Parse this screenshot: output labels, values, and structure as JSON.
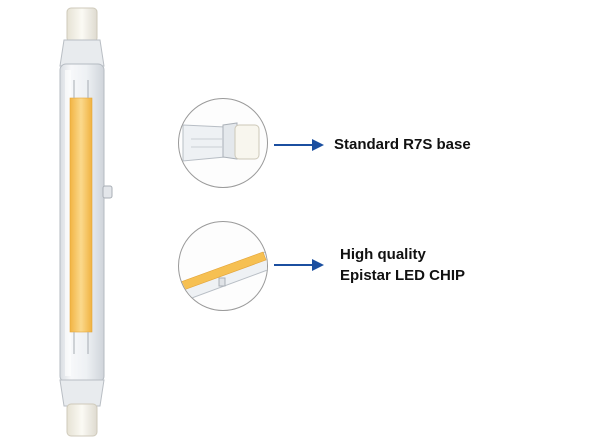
{
  "callouts": [
    {
      "label_lines": [
        "Standard R7S base"
      ]
    },
    {
      "label_lines": [
        "High quality",
        "Epistar LED CHIP"
      ]
    }
  ],
  "colors": {
    "arrow": "#1b4fa0",
    "led_strip": "#f6c052",
    "led_strip_light": "#fbd98c",
    "glass": "#eef1f4",
    "ceramic_cap": "#f7f5ec"
  }
}
